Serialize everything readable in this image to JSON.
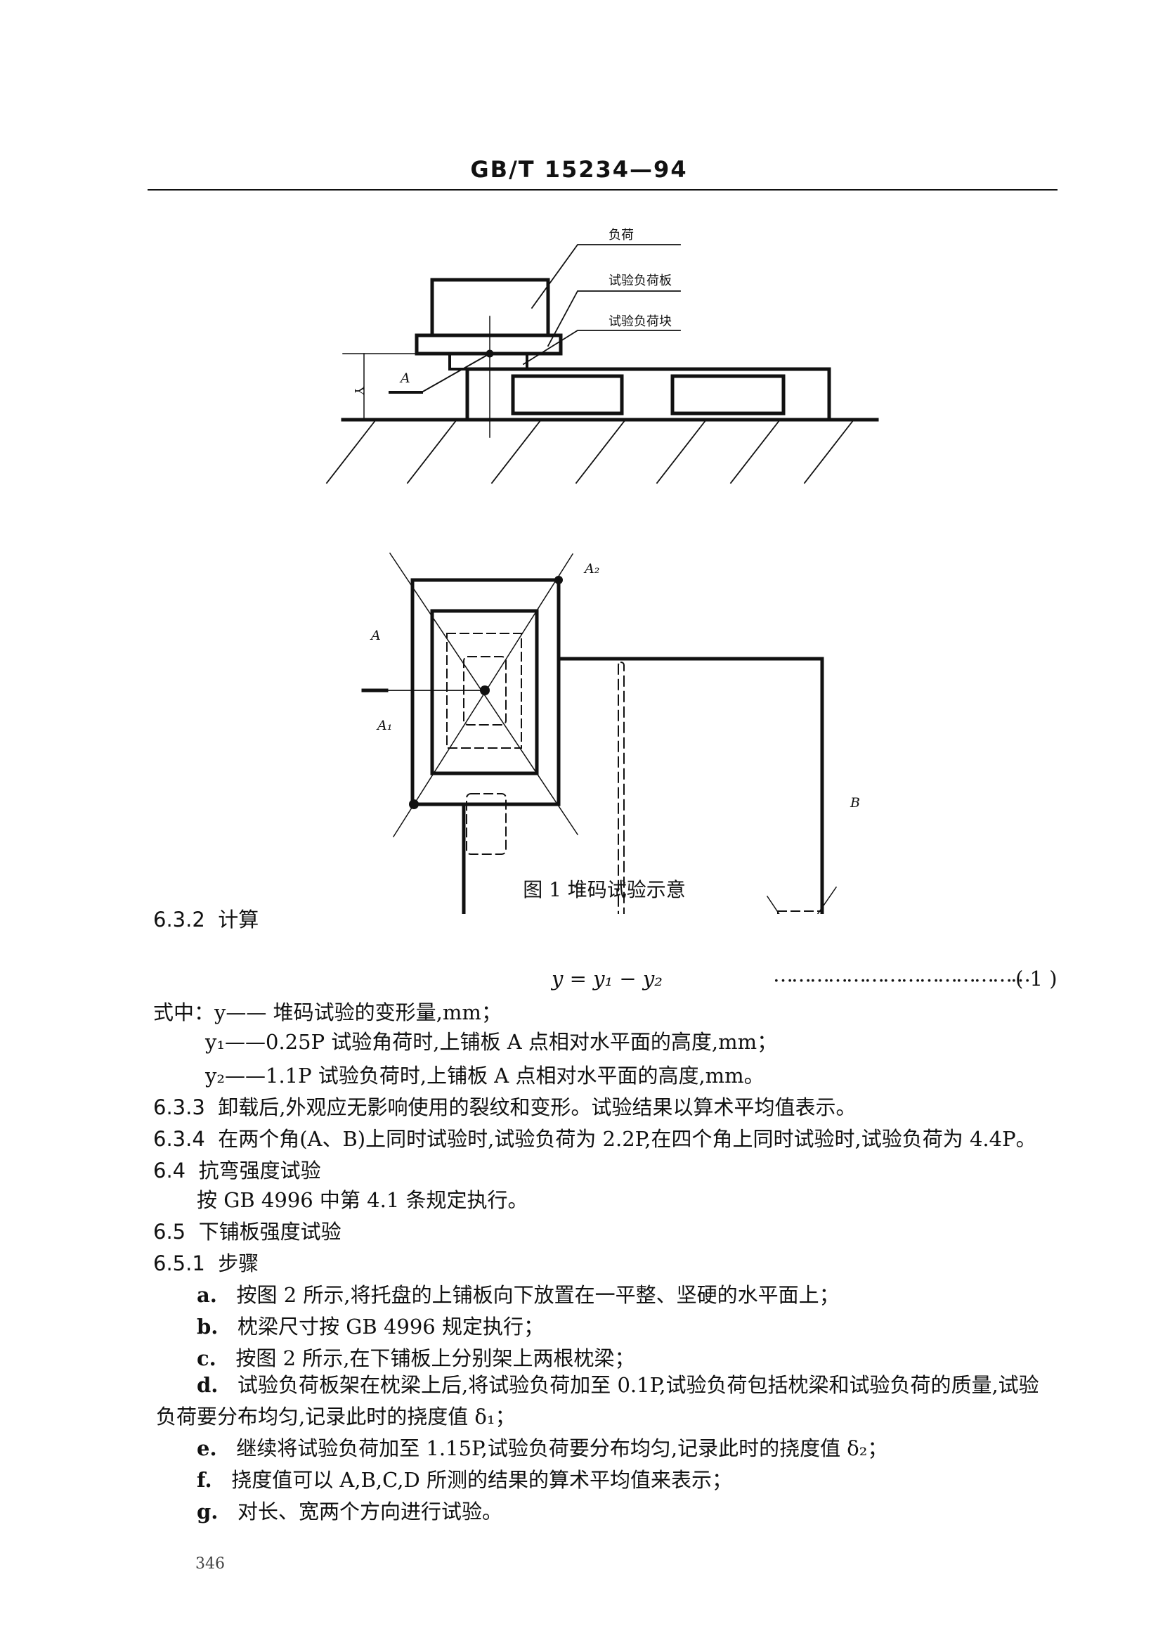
{
  "header": {
    "title": "GB/T 15234—94"
  },
  "figure1": {
    "caption": "图 1   堆码试验示意",
    "labels": {
      "load": "负荷",
      "load_plate": "试验负荷板",
      "load_block": "试验负荷块",
      "point_a": "A",
      "dim_y": "Y",
      "a_side": "A",
      "a1": "A₁",
      "a2": "A₂",
      "b": "B"
    }
  },
  "sections": {
    "s632": {
      "num": "6.3.2",
      "title": "计算"
    },
    "formula": {
      "expr": "y = y₁ − y₂",
      "dots": "……………………………………",
      "eqno": "( 1 )"
    },
    "where": {
      "intro": "式中：y—— 堆码试验的变形量,mm；",
      "y1": "y₁——0.25P 试验角荷时,上铺板 A 点相对水平面的高度,mm；",
      "y2": "y₂——1.1P 试验负荷时,上铺板 A 点相对水平面的高度,mm。"
    },
    "s633": {
      "num": "6.3.3",
      "text": "卸载后,外观应无影响使用的裂纹和变形。试验结果以算术平均值表示。"
    },
    "s634": {
      "num": "6.3.4",
      "text": "在两个角(A、B)上同时试验时,试验负荷为 2.2P,在四个角上同时试验时,试验负荷为 4.4P。"
    },
    "s64": {
      "num": "6.4",
      "title": "抗弯强度试验",
      "text": "按 GB 4996 中第 4.1 条规定执行。"
    },
    "s65": {
      "num": "6.5",
      "title": "下铺板强度试验"
    },
    "s651": {
      "num": "6.5.1",
      "title": "步骤"
    },
    "steps": [
      {
        "k": "a.",
        "text": "按图 2 所示,将托盘的上铺板向下放置在一平整、坚硬的水平面上；"
      },
      {
        "k": "b.",
        "text": "枕梁尺寸按 GB 4996 规定执行；"
      },
      {
        "k": "c.",
        "text": "按图 2 所示,在下铺板上分别架上两根枕梁；"
      },
      {
        "k": "d.",
        "text": "试验负荷板架在枕梁上后,将试验负荷加至 0.1P,试验负荷包括枕梁和试验负荷的质量,试验",
        "cont": "负荷要分布均匀,记录此时的挠度值 δ₁；"
      },
      {
        "k": "e.",
        "text": "继续将试验负荷加至 1.15P,试验负荷要分布均匀,记录此时的挠度值 δ₂；"
      },
      {
        "k": "f.",
        "text": "挠度值可以 A,B,C,D 所测的结果的算术平均值来表示；"
      },
      {
        "k": "g.",
        "text": "对长、宽两个方向进行试验。"
      }
    ]
  },
  "footer": {
    "page": "346"
  }
}
